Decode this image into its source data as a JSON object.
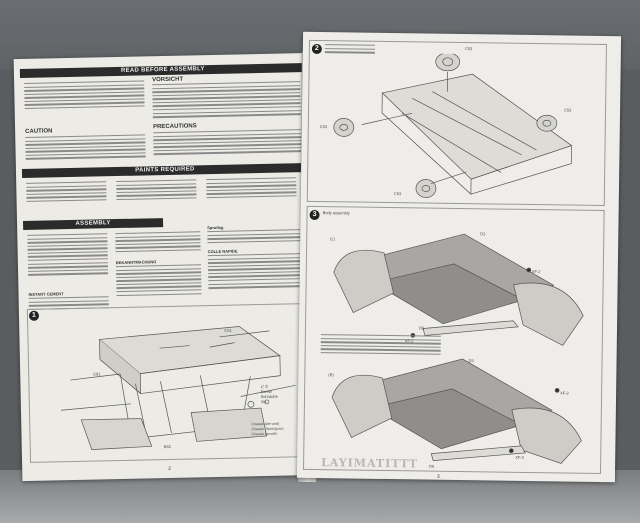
{
  "left_page": {
    "banner_read": "READ BEFORE ASSEMBLY",
    "vorsicht": "VORSICHT",
    "caution": "CAUTION",
    "precautions": "PRECAUTIONS",
    "banner_paints": "PAINTS REQUIRED",
    "banner_assembly": "ASSEMBLY",
    "sprutlag": "Sprutlag",
    "colle_rapide": "COLLE RAPIDE",
    "bekanntmachung": "BEKANNTMACHUNG",
    "instant_cement": "INSTANT CEMENT",
    "step_number": "1",
    "parts": {
      "c51": "C51",
      "c61": "C61",
      "b52": "B52",
      "screw_label": "ビス\nScrew\nSchraube\nVis",
      "chassis_label": "Chassis (die-cast)\nChassis (Spritzguss)\nChassis (moulé)"
    },
    "page_number": "2"
  },
  "right_page": {
    "step2": "2",
    "step3": "3",
    "parts": {
      "c53_top": "C53",
      "c53_right": "C53",
      "c53_left": "C53",
      "c53_bottom": "C53",
      "d2": "D2",
      "d5": "D5",
      "d6": "D6",
      "d3": "D3",
      "xf2a": "XF-2",
      "xf2b": "XF-2",
      "xf2c": "XF-2",
      "xf2d": "XF-2",
      "l": "(L)",
      "r": "(R)"
    },
    "step3_title": "Body assembly",
    "watermark_logo": "LAYIMATITTT",
    "page_number": "3"
  },
  "colors": {
    "background": "#5a5d60",
    "paper": "#ecebe6",
    "banner": "#2b2b2b",
    "line_art": "#555555"
  }
}
